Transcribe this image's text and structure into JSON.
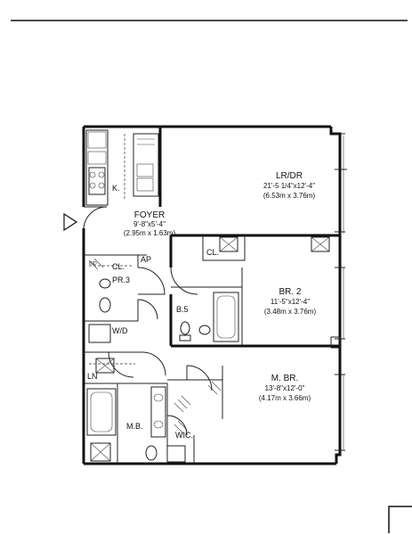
{
  "rooms": {
    "lrdr": {
      "name": "LR/DR",
      "dim_ft": "21'-5 1/4\"x12'-4\"",
      "dim_m": "(6.53m x 3.76m)"
    },
    "foyer": {
      "name": "FOYER",
      "dim_ft": "9'-8\"x5'-4\"",
      "dim_m": "(2.95m x 1.63m)"
    },
    "br2": {
      "name": "BR. 2",
      "dim_ft": "11'-5\"x12'-4\"",
      "dim_m": "(3.48m x 3.76m)"
    },
    "mbr": {
      "name": "M. BR.",
      "dim_ft": "13'-8\"x12'-0\"",
      "dim_m": "(4.17m x 3.66m)"
    }
  },
  "labels": {
    "kitchen": "K.",
    "ap": "AP",
    "cl1": "CL.",
    "cl2": "CL.",
    "pr": "PR.3",
    "b5": "B.5",
    "wd": "W/D",
    "ln": "LN",
    "mb": "M.B.",
    "wic": "WIC.",
    "ind": "IND"
  }
}
